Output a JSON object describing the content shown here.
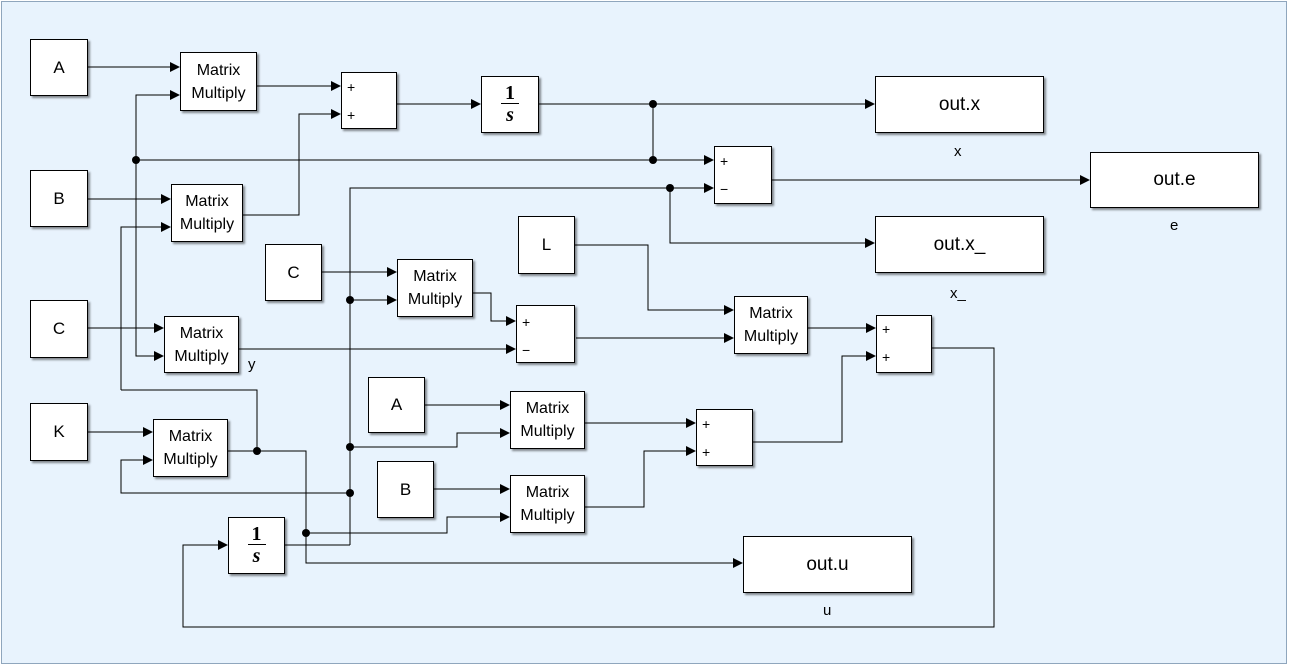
{
  "blocks": {
    "const_A1": "A",
    "const_B1": "B",
    "const_C1": "C",
    "const_K": "K",
    "const_C2": "C",
    "const_L": "L",
    "const_A2": "A",
    "const_B2": "B",
    "mm_line1": "Matrix",
    "mm_line2": "Multiply",
    "integrator_num": "1",
    "integrator_den": "s",
    "plus": "+",
    "minus": "−",
    "out_x": "out.x",
    "out_e": "out.e",
    "out_x_": "out.x_",
    "out_u": "out.u"
  },
  "labels": {
    "x": "x",
    "e": "e",
    "x_": "x_",
    "u": "u",
    "y": "y"
  },
  "colors": {
    "canvas_bg": "#e8f3fd",
    "frame_border": "#8fa6bd",
    "block_fill": "#ffffff",
    "line": "#000000"
  }
}
